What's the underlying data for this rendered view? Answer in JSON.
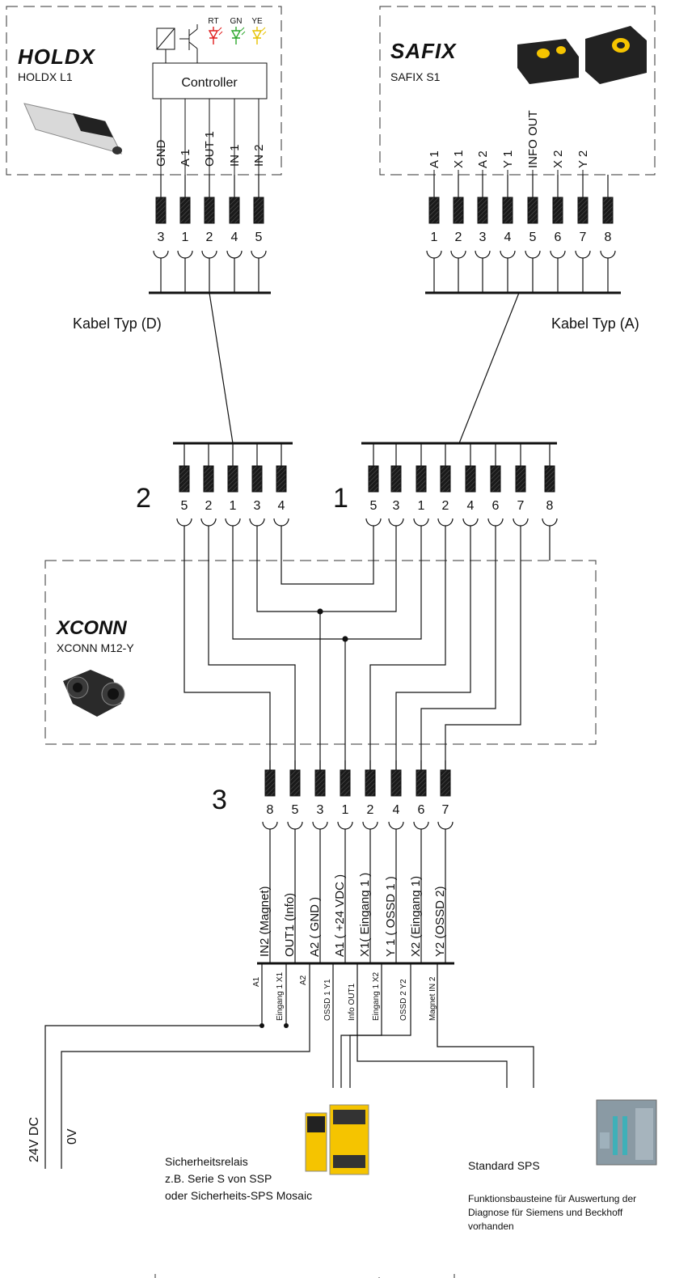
{
  "holdx": {
    "logo": "HOLDX",
    "name": "HOLDX L1",
    "controller": "Controller",
    "leds": [
      "RT",
      "GN",
      "YE"
    ],
    "led_colors": [
      "#e02020",
      "#2fa82f",
      "#e6c200"
    ],
    "signals": [
      "GND",
      "A 1",
      "OUT 1",
      "IN 1",
      "IN 2"
    ],
    "pins": [
      "3",
      "1",
      "2",
      "4",
      "5"
    ]
  },
  "safix": {
    "logo": "SAFIX",
    "name": "SAFIX S1",
    "signals": [
      "A 1",
      "X 1",
      "A 2",
      "Y 1",
      "INFO OUT",
      "X 2",
      "Y 2"
    ],
    "pins": [
      "1",
      "2",
      "3",
      "4",
      "5",
      "6",
      "7",
      "8"
    ]
  },
  "cable_d": "Kabel Typ (D)",
  "cable_a": "Kabel Typ (A)",
  "port2": {
    "number": "2",
    "pins": [
      "5",
      "2",
      "1",
      "3",
      "4"
    ]
  },
  "port1": {
    "number": "1",
    "pins": [
      "5",
      "3",
      "1",
      "2",
      "4",
      "6",
      "7",
      "8"
    ]
  },
  "xconn": {
    "logo": "XCONN",
    "name": "XCONN M12-Y"
  },
  "port3": {
    "number": "3",
    "pins": [
      "8",
      "5",
      "3",
      "1",
      "2",
      "4",
      "6",
      "7"
    ],
    "signals": [
      "IN2 (Magnet)",
      "OUT1 (Info)",
      "A2 ( GND )",
      "A1 ( +24 VDC )",
      "X1( Eingang 1 )",
      "Y 1 ( OSSD 1 )",
      "X2 (Eingang 1)",
      "Y2 (OSSD 2)"
    ]
  },
  "terminals": [
    "A1",
    "Eingang 1 X1",
    "A2",
    "OSSD 1 Y1",
    "Info OUT1",
    "Eingang 1 X2",
    "OSSD 2 Y2",
    "Magnet IN 2"
  ],
  "supply": {
    "v24": "24V DC",
    "v0": "0V"
  },
  "relay": {
    "line1": "Sicherheitsrelais",
    "line2": "z.B. Serie S von SSP",
    "line3": "oder Sicherheits-SPS Mosaic"
  },
  "sps": {
    "title": "Standard SPS",
    "line1": "Funktionsbausteine für Auswertung der",
    "line2": "Diagnose für Siemens und Beckhoff",
    "line3": "vorhanden"
  },
  "colors": {
    "accent": "#f5c400",
    "line": "#111111"
  }
}
